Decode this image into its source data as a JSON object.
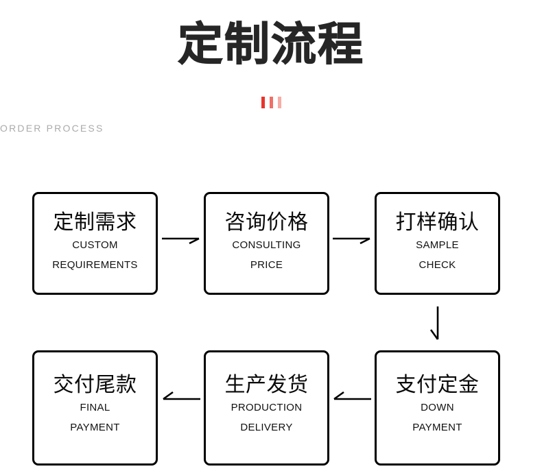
{
  "header": {
    "title": "定制流程",
    "subtitle": "ORDER PROCESS",
    "divider_bars": [
      {
        "name": "bar-1",
        "color": "#E8342A"
      },
      {
        "name": "bar-2",
        "color": "#EE7066"
      },
      {
        "name": "bar-3",
        "color": "#F5ADA6"
      }
    ]
  },
  "flow": {
    "steps": [
      {
        "id": "custom-requirements",
        "cn": "定制需求",
        "en_line1": "CUSTOM",
        "en_line2": "REQUIREMENTS"
      },
      {
        "id": "consulting-price",
        "cn": "咨询价格",
        "en_line1": "CONSULTING",
        "en_line2": "PRICE"
      },
      {
        "id": "sample-check",
        "cn": "打样确认",
        "en_line1": "SAMPLE",
        "en_line2": "CHECK"
      },
      {
        "id": "down-payment",
        "cn": "支付定金",
        "en_line1": "DOWN",
        "en_line2": "PAYMENT"
      },
      {
        "id": "production-delivery",
        "cn": "生产发货",
        "en_line1": "PRODUCTION",
        "en_line2": "DELIVERY"
      },
      {
        "id": "final-payment",
        "cn": "交付尾款",
        "en_line1": "FINAL",
        "en_line2": "PAYMENT"
      }
    ],
    "connectors": [
      {
        "id": "arrow-right-1",
        "direction": "right"
      },
      {
        "id": "arrow-right-2",
        "direction": "right"
      },
      {
        "id": "arrow-down-1",
        "direction": "down"
      },
      {
        "id": "arrow-left-1",
        "direction": "left"
      },
      {
        "id": "arrow-left-2",
        "direction": "left"
      }
    ]
  },
  "colors": {
    "title": "#262626",
    "subtitle": "#ABABAB",
    "box_border": "#000000",
    "background": "#FFFFFF",
    "accent_red": "#E8342A"
  }
}
